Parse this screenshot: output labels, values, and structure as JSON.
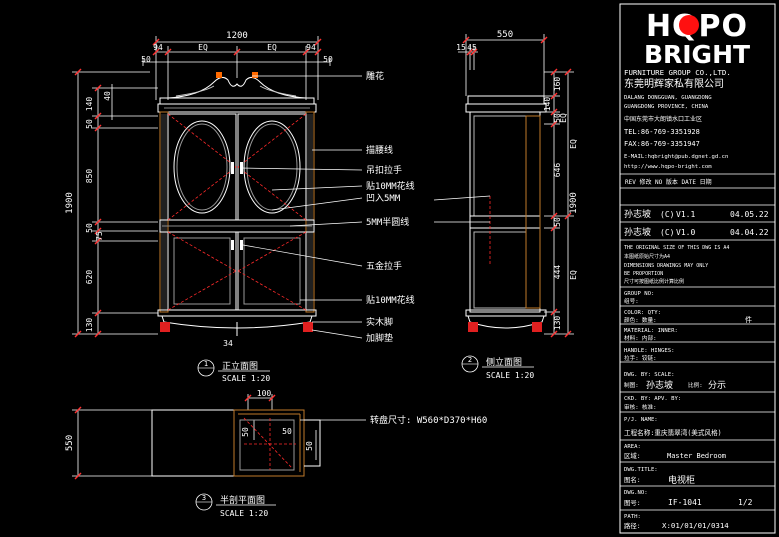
{
  "drawing": {
    "front_view": {
      "dims_top": {
        "overall": "1200",
        "left_margin": "94",
        "eq_left": "EQ",
        "eq_right": "EQ",
        "right_margin": "94",
        "side_left": "50",
        "side_right": "50"
      },
      "dims_left": {
        "overall": "1900",
        "d140": "140",
        "d40": "40",
        "d50_a": "50",
        "d850": "850",
        "d50_b": "50",
        "d75": "75",
        "d620": "620",
        "d130": "130"
      },
      "dim_bottom": "34",
      "labels": [
        "雕花",
        "描腰线",
        "吊扣拉手",
        "贴10MM花线",
        "凹入5MM",
        "5MM半圆线",
        "五金拉手",
        "贴10MM花线",
        "实木脚",
        "加脚垫"
      ],
      "view_number": "1",
      "view_title": "正立面图",
      "scale": "SCALE 1:20"
    },
    "side_view": {
      "dims_top": {
        "overall": "550",
        "d15": "15",
        "d45": "45"
      },
      "dims_right_inner": {
        "d140": "140",
        "d160": "160",
        "d50": "50",
        "eq_top": "EQ",
        "d646": "646",
        "d50_b": "50",
        "d444": "444",
        "d130": "130"
      },
      "dims_right_outer": {
        "overall": "1900",
        "eq_top": "EQ",
        "eq_bottom": "EQ"
      },
      "view_number": "2",
      "view_title": "侧立面图",
      "scale": "SCALE 1:20"
    },
    "plan_view": {
      "dims": {
        "depth": "550",
        "d100": "100",
        "d50_a": "50",
        "d50_b": "50",
        "d50_c": "50"
      },
      "note": "转盘尺寸: W560*D370*H60",
      "view_number": "3",
      "view_title": "半剖平面图",
      "scale": "SCALE 1:20"
    }
  },
  "title_block": {
    "brand_top": "HQPO",
    "brand_bottom": "BRIGHT",
    "furniture_group": "FURNITURE GROUP CO.,LTD.",
    "company_cn": "东莞明辉家私有限公司",
    "addr_en_1": "DALANG DONGGUAN, GUANGDONG",
    "addr_en_2": "GUANGDONG PROVINCE, CHINA",
    "addr_cn": "中国东莞市大朗镇水口工业区",
    "tel": "TEL:86-769-3351928",
    "fax": "FAX:86-769-3351947",
    "email": "E-MAIL:hqbright@pub.dgnet.gd.cn",
    "web": "http://www.hqpo-bright.com",
    "rev_header": "REV 修改  NO 版本  DATE 日期",
    "rev_rows": [
      {
        "who": "孙志坡",
        "code": "(C)",
        "ver": "V1.1",
        "date": "04.05.22"
      },
      {
        "who": "孙志坡",
        "code": "(C)",
        "ver": "V1.0",
        "date": "04.04.22"
      }
    ],
    "legal_en_1": "THE ORIGINAL SIZE OF THIS DWG IS A4",
    "legal_cn_1": "本图纸原始尺寸为A4",
    "legal_en_2": "DIMENSIONS DRAWINGS MAY ONLY",
    "legal_en_3": "BE PROPORTION",
    "legal_cn_2": "尺寸可按图纸比例计算比例",
    "group_no": "GROUP NO:",
    "group_cn": "组号:",
    "color_qty_en": "COLOR:           QTY:",
    "color_qty_cn": "颜色:          数量:",
    "qty_val": "件",
    "material_en": "MATERIAL:      INNER:",
    "material_cn": "材料:          内部:",
    "handle_en": "HANDLE:        HINGES:",
    "handle_cn": "拉手:          铰链:",
    "dwg_scale_en": "DWG. BY:      SCALE:",
    "dwg_scale_cn": "制图:",
    "dwg_by": "孙志坡",
    "scale_label_cn": "比例:",
    "scale_val": "分示",
    "chk_en": "CKD. BY:      APV. BY:",
    "chk_cn": "审核:          核准:",
    "pj_name": "P/J. NAME:",
    "pj_val": "工程名称:重庆翡翠湾(美式风格)",
    "area_en": "AREA:",
    "area_cn": "区域:",
    "area_val": "Master Bedroom",
    "dwg_title": "DWG.TITLE:",
    "dwg_title_cn": "图名:",
    "dwg_title_val": "电视柜",
    "dwg_no_en": "DWG.NO:",
    "dwg_no_cn": "图号:",
    "dwg_no_val": "IF-1041",
    "sheet": "1/2",
    "path_en": "PATH:",
    "path_cn": "路径:",
    "path_val": "X:01/01/01/0314"
  }
}
